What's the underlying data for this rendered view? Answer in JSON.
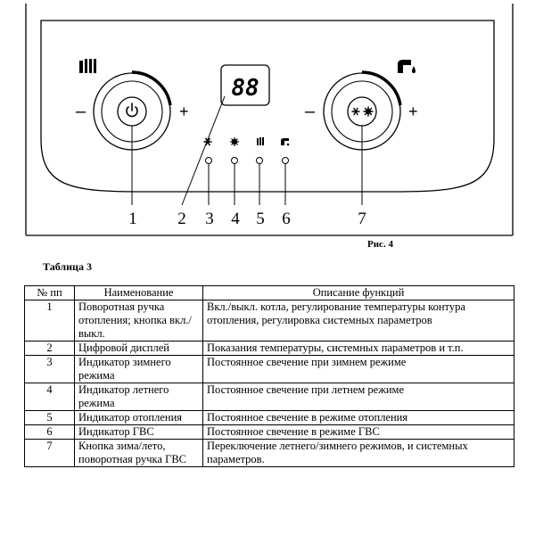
{
  "display": {
    "digits": "88"
  },
  "callouts": [
    "1",
    "2",
    "3",
    "4",
    "5",
    "6",
    "7"
  ],
  "knob_signs": {
    "minus": "–",
    "plus": "+"
  },
  "figure_caption": "Рис. 4",
  "table_title": "Таблица 3",
  "table": {
    "headers": [
      "№ пп",
      "Наименование",
      "Описание функций"
    ],
    "rows": [
      {
        "num": "1",
        "name": "Поворотная ручка отопления; кнопка вкл./выкл.",
        "desc": "Вкл./выкл. котла, регулирование температуры контура отопления, регулировка системных параметров"
      },
      {
        "num": "2",
        "name": "Цифровой дисплей",
        "desc": "Показания температуры, системных параметров и т.п."
      },
      {
        "num": "3",
        "name": "Индикатор зимнего режима",
        "desc": "Постоянное свечение при зимнем режиме"
      },
      {
        "num": "4",
        "name": "Индикатор летнего режима",
        "desc": "Постоянное свечение при летнем режиме"
      },
      {
        "num": "5",
        "name": "Индикатор отопления",
        "desc": "Постоянное свечение в режиме отопления"
      },
      {
        "num": "6",
        "name": "Индикатор ГВС",
        "desc": "Постоянное свечение в режиме ГВС"
      },
      {
        "num": "7",
        "name": "Кнопка зима/лето, поворотная ручка ГВС",
        "desc": "Переключение летнего/зимнего режимов, и системных параметров."
      }
    ]
  }
}
